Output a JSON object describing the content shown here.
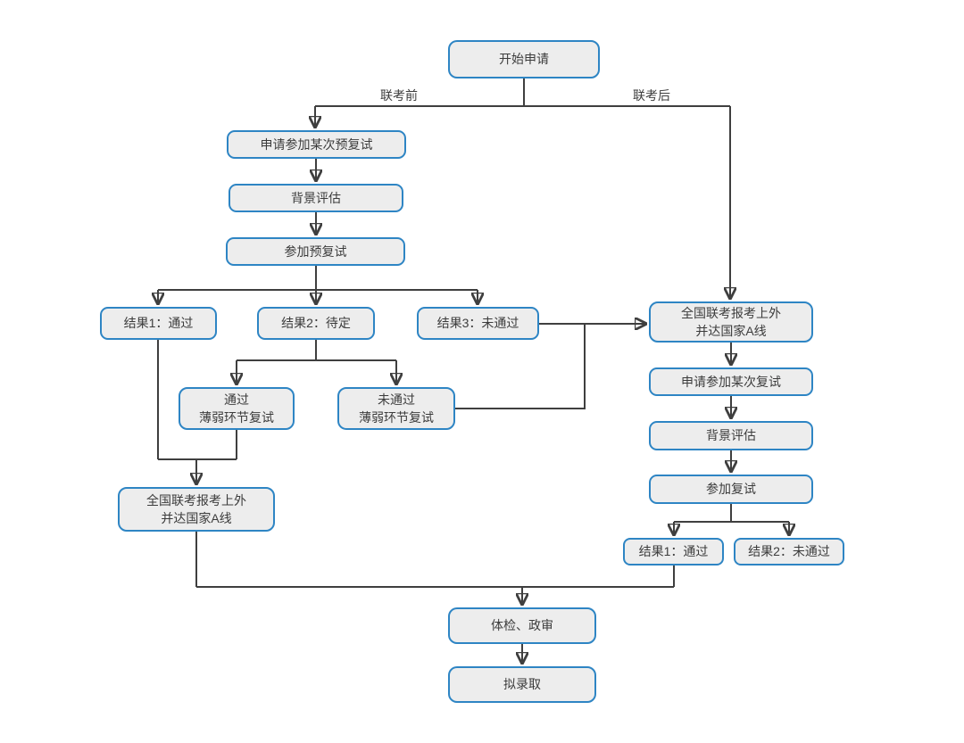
{
  "diagram": {
    "nodes": [
      {
        "id": "start",
        "label": "开始申请"
      },
      {
        "id": "apply_pre_retest",
        "label": "申请参加某次预复试"
      },
      {
        "id": "background_eval_left",
        "label": "背景评估"
      },
      {
        "id": "attend_pre_retest",
        "label": "参加预复试"
      },
      {
        "id": "result1_pass",
        "label": "结果1：通过"
      },
      {
        "id": "result2_pending",
        "label": "结果2：待定"
      },
      {
        "id": "result3_fail",
        "label": "结果3：未通过"
      },
      {
        "id": "pass_weak_retest",
        "label": "通过\n薄弱环节复试"
      },
      {
        "id": "fail_weak_retest",
        "label": "未通过\n薄弱环节复试"
      },
      {
        "id": "national_exam_left",
        "label": "全国联考报考上外\n并达国家A线"
      },
      {
        "id": "national_exam_right",
        "label": "全国联考报考上外\n并达国家A线"
      },
      {
        "id": "apply_retest",
        "label": "申请参加某次复试"
      },
      {
        "id": "background_eval_right",
        "label": "背景评估"
      },
      {
        "id": "attend_retest",
        "label": "参加复试"
      },
      {
        "id": "retest_result1_pass",
        "label": "结果1：通过"
      },
      {
        "id": "retest_result2_fail",
        "label": "结果2：未通过"
      },
      {
        "id": "physical_political",
        "label": "体检、政审"
      },
      {
        "id": "proposed_admission",
        "label": "拟录取"
      }
    ],
    "edge_labels": [
      {
        "id": "before_joint_exam",
        "label": "联考前"
      },
      {
        "id": "after_joint_exam",
        "label": "联考后"
      }
    ],
    "colors": {
      "node_border": "#2e85c4",
      "node_fill": "#ededed",
      "line": "#3f3f3f",
      "text": "#3c3c3c",
      "background": "#ffffff"
    }
  }
}
